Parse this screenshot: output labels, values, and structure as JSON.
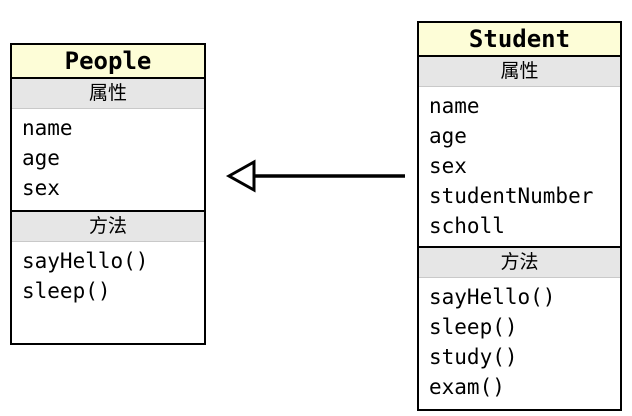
{
  "diagram": {
    "type": "uml-class-diagram",
    "classes": [
      {
        "name": "People",
        "attributes_header": "属性",
        "attributes": [
          "name",
          "age",
          "sex"
        ],
        "methods_header": "方法",
        "methods": [
          "sayHello()",
          "sleep()"
        ]
      },
      {
        "name": "Student",
        "attributes_header": "属性",
        "attributes": [
          "name",
          "age",
          "sex",
          "studentNumber",
          "scholl"
        ],
        "methods_header": "方法",
        "methods": [
          "sayHello()",
          "sleep()",
          "study()",
          "exam()"
        ]
      }
    ],
    "relationship": {
      "type": "generalization",
      "from": "Student",
      "to": "People",
      "arrowhead": "hollow-triangle"
    },
    "colors": {
      "title_bg": "#fdfdd7",
      "section_bg": "#e6e6e6",
      "border": "#000000",
      "line": "#000000",
      "background": "#ffffff"
    }
  }
}
